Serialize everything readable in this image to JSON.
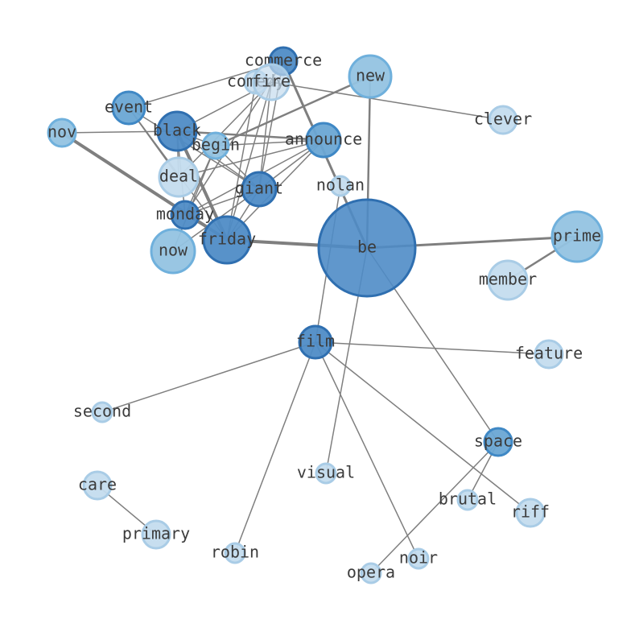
{
  "graph": {
    "colors": {
      "edge": "#7f7f7f",
      "label": "#3b3b3b",
      "levels": [
        "#c4dcee",
        "#93c3e2",
        "#6aa6d4",
        "#4f8cc6"
      ],
      "strokes": [
        "#a9cce6",
        "#6fb0dc",
        "#3f88c5",
        "#2f6fb0"
      ]
    },
    "nodes": [
      {
        "id": "commerce",
        "label": "commerce",
        "level": 3,
        "opacity": 0.95
      },
      {
        "id": "comedy",
        "label": "comedy",
        "level": 0,
        "opacity": 0.85
      },
      {
        "id": "fire",
        "label": "fire",
        "level": 0,
        "opacity": 0.7
      },
      {
        "id": "new",
        "label": "new",
        "level": 1,
        "opacity": 0.95
      },
      {
        "id": "event",
        "label": "event",
        "level": 2,
        "opacity": 0.95
      },
      {
        "id": "clever",
        "label": "clever",
        "level": 0,
        "opacity": 0.95
      },
      {
        "id": "nov",
        "label": "nov",
        "level": 1,
        "opacity": 0.95
      },
      {
        "id": "black",
        "label": "black",
        "level": 3,
        "opacity": 0.95
      },
      {
        "id": "begin",
        "label": "begin",
        "level": 1,
        "opacity": 0.95
      },
      {
        "id": "announce",
        "label": "announce",
        "level": 2,
        "opacity": 0.95
      },
      {
        "id": "deal",
        "label": "deal",
        "level": 0,
        "opacity": 0.95
      },
      {
        "id": "giant",
        "label": "giant",
        "level": 3,
        "opacity": 0.95
      },
      {
        "id": "nolan",
        "label": "nolan",
        "level": 0,
        "opacity": 0.95
      },
      {
        "id": "monday",
        "label": "monday",
        "level": 3,
        "opacity": 0.95
      },
      {
        "id": "friday",
        "label": "friday",
        "level": 3,
        "opacity": 0.95
      },
      {
        "id": "now",
        "label": "now",
        "level": 1,
        "opacity": 0.95
      },
      {
        "id": "be",
        "label": "be",
        "level": 3,
        "opacity": 0.9
      },
      {
        "id": "prime",
        "label": "prime",
        "level": 1,
        "opacity": 0.95
      },
      {
        "id": "member",
        "label": "member",
        "level": 0,
        "opacity": 0.95
      },
      {
        "id": "film",
        "label": "film",
        "level": 3,
        "opacity": 0.95
      },
      {
        "id": "feature",
        "label": "feature",
        "level": 0,
        "opacity": 0.95
      },
      {
        "id": "second",
        "label": "second",
        "level": 0,
        "opacity": 0.95
      },
      {
        "id": "space",
        "label": "space",
        "level": 2,
        "opacity": 0.95
      },
      {
        "id": "visual",
        "label": "visual",
        "level": 0,
        "opacity": 0.95
      },
      {
        "id": "care",
        "label": "care",
        "level": 0,
        "opacity": 0.95
      },
      {
        "id": "brutal",
        "label": "brutal",
        "level": 0,
        "opacity": 0.95
      },
      {
        "id": "riff",
        "label": "riff",
        "level": 0,
        "opacity": 0.95
      },
      {
        "id": "primary",
        "label": "primary",
        "level": 0,
        "opacity": 0.95
      },
      {
        "id": "robin",
        "label": "robin",
        "level": 0,
        "opacity": 0.95
      },
      {
        "id": "noir",
        "label": "noir",
        "level": 0,
        "opacity": 0.95
      },
      {
        "id": "opera",
        "label": "opera",
        "level": 0,
        "opacity": 0.95
      }
    ],
    "edges": [
      {
        "source": "be",
        "target": "friday",
        "weight": 4
      },
      {
        "source": "be",
        "target": "prime",
        "weight": 3
      },
      {
        "source": "be",
        "target": "new",
        "weight": 2.5
      },
      {
        "source": "be",
        "target": "commerce",
        "weight": 3
      },
      {
        "source": "be",
        "target": "visual",
        "weight": 1.5
      },
      {
        "source": "be",
        "target": "space",
        "weight": 1.5
      },
      {
        "source": "prime",
        "target": "member",
        "weight": 2.5
      },
      {
        "source": "nov",
        "target": "friday",
        "weight": 4
      },
      {
        "source": "nov",
        "target": "black",
        "weight": 1.5
      },
      {
        "source": "black",
        "target": "friday",
        "weight": 4
      },
      {
        "source": "black",
        "target": "announce",
        "weight": 2.5
      },
      {
        "source": "black",
        "target": "giant",
        "weight": 1.5
      },
      {
        "source": "black",
        "target": "monday",
        "weight": 1.5
      },
      {
        "source": "black",
        "target": "deal",
        "weight": 1.5
      },
      {
        "source": "black",
        "target": "begin",
        "weight": 1.5
      },
      {
        "source": "event",
        "target": "commerce",
        "weight": 1.5
      },
      {
        "source": "event",
        "target": "giant",
        "weight": 1.5
      },
      {
        "source": "event",
        "target": "deal",
        "weight": 1.5
      },
      {
        "source": "event",
        "target": "friday",
        "weight": 1.5
      },
      {
        "source": "new",
        "target": "begin",
        "weight": 2.5
      },
      {
        "source": "commerce",
        "target": "giant",
        "weight": 1.5
      },
      {
        "source": "commerce",
        "target": "monday",
        "weight": 1.5
      },
      {
        "source": "fire",
        "target": "clever",
        "weight": 1.5
      },
      {
        "source": "fire",
        "target": "friday",
        "weight": 1.5
      },
      {
        "source": "fire",
        "target": "deal",
        "weight": 1.5
      },
      {
        "source": "fire",
        "target": "black",
        "weight": 1.5
      },
      {
        "source": "fire",
        "target": "giant",
        "weight": 1.5
      },
      {
        "source": "comedy",
        "target": "friday",
        "weight": 1.5
      },
      {
        "source": "announce",
        "target": "friday",
        "weight": 1.5
      },
      {
        "source": "announce",
        "target": "monday",
        "weight": 1.5
      },
      {
        "source": "announce",
        "target": "deal",
        "weight": 1.5
      },
      {
        "source": "announce",
        "target": "begin",
        "weight": 1.5
      },
      {
        "source": "announce",
        "target": "giant",
        "weight": 1.5
      },
      {
        "source": "begin",
        "target": "giant",
        "weight": 1.5
      },
      {
        "source": "begin",
        "target": "monday",
        "weight": 1.5
      },
      {
        "source": "begin",
        "target": "now",
        "weight": 1.5
      },
      {
        "source": "giant",
        "target": "friday",
        "weight": 1.5
      },
      {
        "source": "giant",
        "target": "monday",
        "weight": 1.5
      },
      {
        "source": "giant",
        "target": "now",
        "weight": 1.5
      },
      {
        "source": "monday",
        "target": "friday",
        "weight": 1.5
      },
      {
        "source": "nolan",
        "target": "film",
        "weight": 1.5
      },
      {
        "source": "film",
        "target": "feature",
        "weight": 1.5
      },
      {
        "source": "film",
        "target": "second",
        "weight": 1.5
      },
      {
        "source": "film",
        "target": "robin",
        "weight": 1.5
      },
      {
        "source": "film",
        "target": "noir",
        "weight": 1.5
      },
      {
        "source": "film",
        "target": "riff",
        "weight": 1.5
      },
      {
        "source": "space",
        "target": "brutal",
        "weight": 1.5
      },
      {
        "source": "space",
        "target": "opera",
        "weight": 1.5
      },
      {
        "source": "care",
        "target": "primary",
        "weight": 1.5
      }
    ]
  }
}
